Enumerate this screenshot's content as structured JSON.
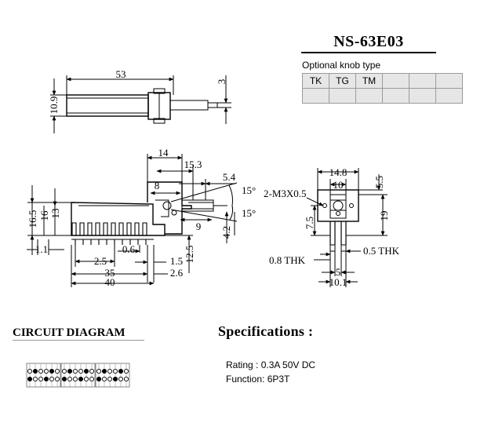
{
  "model": {
    "title": "NS-63E03"
  },
  "knob_table": {
    "caption": "Optional knob type",
    "rows": [
      [
        "TK",
        "TG",
        "TM",
        "",
        "",
        ""
      ],
      [
        "",
        "",
        "",
        "",
        "",
        ""
      ]
    ]
  },
  "dimensions": {
    "top_view": {
      "length": "53",
      "height": "10.9",
      "shaft": "3"
    },
    "side_view": {
      "d14": "14",
      "d15_3": "15.3",
      "d5_4": "5.4",
      "d8": "8",
      "angle_upper": "15°",
      "angle_lower": "15°",
      "d9": "9",
      "d4_2": "4.2",
      "d16_5": "16.5",
      "d16": "16",
      "d13": "13",
      "d1_1": "1.1",
      "d2_5": "2.5",
      "d0_6": "0.6",
      "d12_5": "12.5",
      "d1_5": "1.5",
      "d35": "35",
      "d2_6": "2.6",
      "d40": "40"
    },
    "end_view": {
      "d14_8": "14.8",
      "d10": "10",
      "d5_5": "5.5",
      "screw": "2-M3X0.5",
      "d7_5": "7.5",
      "d19": "19",
      "thk_left": "0.8 THK",
      "thk_right": "0.5 THK",
      "d5": "5",
      "d10_1": "10.1"
    }
  },
  "circuit": {
    "title": "CIRCUIT DIAGRAM",
    "groups": 3,
    "pattern": [
      [
        0,
        1,
        0,
        0,
        1,
        0
      ],
      [
        1,
        0,
        0,
        1,
        0,
        0
      ]
    ]
  },
  "specifications": {
    "title": "Specifications :",
    "rating": "Rating : 0.3A 50V DC",
    "function": "Function: 6P3T"
  }
}
